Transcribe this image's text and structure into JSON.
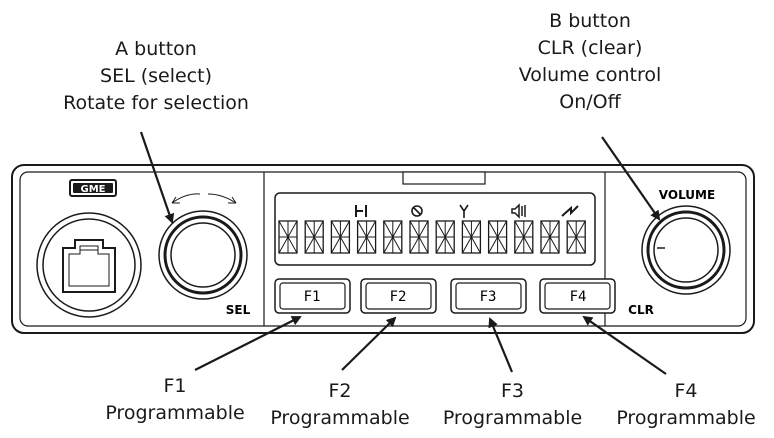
{
  "callouts": {
    "a_button": {
      "lines": [
        "A button",
        "SEL (select)",
        "Rotate for selection"
      ]
    },
    "b_button": {
      "lines": [
        "B button",
        "CLR (clear)",
        "Volume control",
        "On/Off"
      ]
    }
  },
  "panel": {
    "brand": "GME",
    "sel_label": "SEL",
    "volume_label": "VOLUME",
    "clr_label": "CLR",
    "display_icons": [
      "battery-icon",
      "mute-icon",
      "antenna-icon",
      "speaker-icon",
      "signal-icon"
    ],
    "display_segments": 12
  },
  "function_keys": [
    {
      "key": "F1",
      "caption": "F1",
      "description": "Programmable"
    },
    {
      "key": "F2",
      "caption": "F2",
      "description": "Programmable"
    },
    {
      "key": "F3",
      "caption": "F3",
      "description": "Programmable"
    },
    {
      "key": "F4",
      "caption": "F4",
      "description": "Programmable"
    }
  ]
}
